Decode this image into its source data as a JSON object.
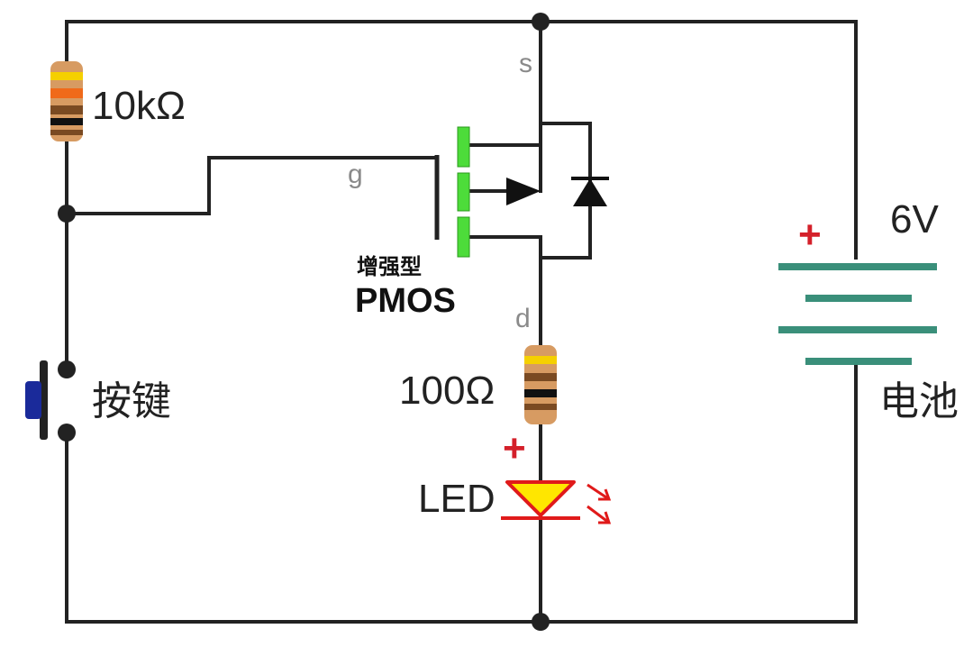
{
  "labels": {
    "r1_value": "10kΩ",
    "r2_value": "100Ω",
    "pin_source": "s",
    "pin_gate": "g",
    "pin_drain": "d",
    "mos_type": "增强型",
    "mos_name": "PMOS",
    "button": "按键",
    "battery_voltage": "6V",
    "battery": "电池",
    "led": "LED",
    "battery_plus": "+",
    "led_plus": "+"
  },
  "colors": {
    "wire": "#222222",
    "resistor_body": "#d79b62",
    "band_yellow": "#f5d000",
    "band_orange": "#f06a1a",
    "band_black": "#111111",
    "band_brown": "#7a4a22",
    "mos_channel": "#4ddc3a",
    "battery_plate": "#3a8f7a",
    "led_fill": "#ffe600",
    "led_stroke": "#e01a1a",
    "button_cap": "#1a2a9a",
    "plus_sign": "#d4202a"
  }
}
